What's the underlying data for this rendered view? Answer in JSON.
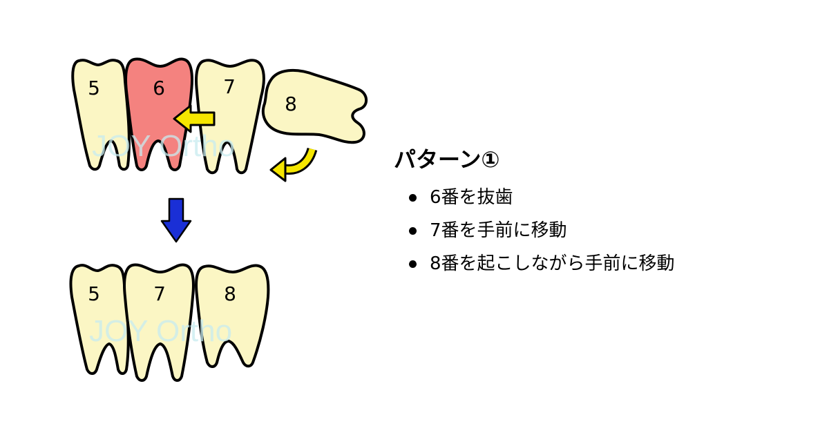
{
  "before": {
    "teeth": [
      {
        "number": "5",
        "state": "remaining"
      },
      {
        "number": "6",
        "state": "extracted"
      },
      {
        "number": "7",
        "state": "remaining"
      },
      {
        "number": "8",
        "state": "tilted"
      }
    ],
    "watermark": "JOY Ortho"
  },
  "after": {
    "teeth": [
      {
        "number": "5"
      },
      {
        "number": "7"
      },
      {
        "number": "8"
      }
    ],
    "watermark": "JOY Ortho"
  },
  "colors": {
    "tooth_fill": "#fbf6c4",
    "extracted_fill": "#f4827f",
    "movement_arrow": "#f5e600",
    "transition_arrow": "#1a2fd6",
    "watermark": "#c8ecf0"
  },
  "pattern": {
    "title": "パターン①",
    "steps": [
      "6番を抜歯",
      "7番を手前に移動",
      "8番を起こしながら手前に移動"
    ]
  }
}
